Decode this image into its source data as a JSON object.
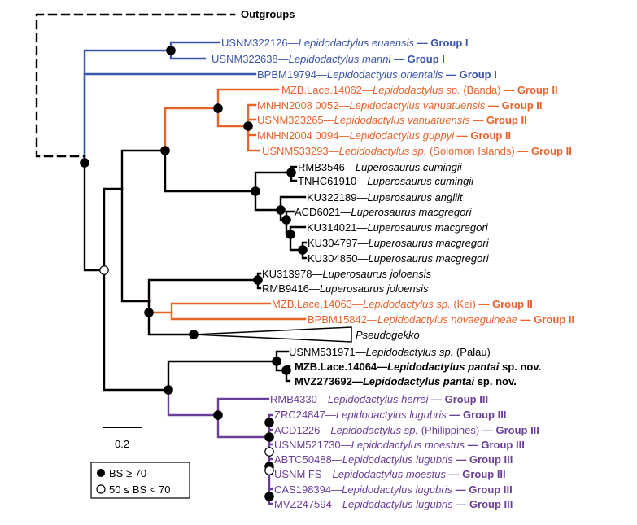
{
  "colors": {
    "black": "#000000",
    "group1": "#3b55a8",
    "group2": "#e8632c",
    "group3": "#6a3f98"
  },
  "outgroups_label": "Outgroups",
  "scale_label": "0.2",
  "legend": {
    "filled": "BS ≥ 70",
    "open": "50 ≤ BS < 70"
  },
  "taxa": [
    {
      "id": "USNM322126",
      "name": "Lepidodactylus euaensis",
      "group": "Group I"
    },
    {
      "id": "USNM322638",
      "name": "Lepidodactylus manni",
      "group": "Group I"
    },
    {
      "id": "BPBM19794",
      "name": "Lepidodactylus orientalis",
      "group": "Group I"
    },
    {
      "id": "MZB.Lace.14062",
      "name": "Lepidodactylus sp.",
      "note": "(Banda)",
      "group": "Group II"
    },
    {
      "id": "MNHN2008 0052",
      "name": "Lepidodactylus vanuatuensis",
      "group": "Group II"
    },
    {
      "id": "USNM323265",
      "name": "Lepidodactylus vanuatuensis",
      "group": "Group II"
    },
    {
      "id": "MNHN2004 0094",
      "name": "Lepidodactylus guppyi",
      "group": "Group II"
    },
    {
      "id": "USNM533293",
      "name": "Lepidodactylus sp.",
      "note": "(Solomon Islands)",
      "group": "Group II"
    },
    {
      "id": "RMB3546",
      "name": "Luperosaurus cumingii"
    },
    {
      "id": "TNHC61910",
      "name": "Luperosaurus cumingii"
    },
    {
      "id": "KU322189",
      "name": "Luperosaurus angliit"
    },
    {
      "id": "ACD6021",
      "name": "Luperosaurus macgregori"
    },
    {
      "id": "KU314021",
      "name": "Luperosaurus macgregori"
    },
    {
      "id": "KU304797",
      "name": "Luperosaurus macgregori"
    },
    {
      "id": "KU304850",
      "name": "Luperosaurus macgregori"
    },
    {
      "id": "KU313978",
      "name": "Luperosaurus joloensis"
    },
    {
      "id": "RMB9416",
      "name": "Luperosaurus joloensis"
    },
    {
      "id": "MZB.Lace.14063",
      "name": "Lepidodactylus sp.",
      "note": "(Kei)",
      "group": "Group II"
    },
    {
      "id": "BPBM15842",
      "name": "Lepidodactylus novaeguineae",
      "group": "Group II"
    },
    {
      "id": "",
      "name": "Pseudogekko"
    },
    {
      "id": "USNM531971",
      "name": "Lepidodactylus sp.",
      "note": "(Palau)"
    },
    {
      "id": "MZB.Lace.14064",
      "name": "Lepidodactylus pantai",
      "suffix": "sp. nov."
    },
    {
      "id": "MVZ273692",
      "name": "Lepidodactylus pantai",
      "suffix": "sp. nov."
    },
    {
      "id": "RMB4330",
      "name": "Lepidodactylus herrei",
      "group": "Group III"
    },
    {
      "id": "ZRC24847",
      "name": "Lepidodactylus lugubris",
      "group": "Group III"
    },
    {
      "id": "ACD1226",
      "name": "Lepidodactylus sp.",
      "note": "(Philippines)",
      "group": "Group III"
    },
    {
      "id": "USNM521730",
      "name": "Lepidodactylus moestus",
      "group": "Group III"
    },
    {
      "id": "ABTC50488",
      "name": "Lepidodactylus lugubris",
      "group": "Group III"
    },
    {
      "id": "USNM FS",
      "name": "Lepidodactylus moestus",
      "group": "Group III"
    },
    {
      "id": "CAS198394",
      "name": "Lepidodactylus lugubris",
      "group": "Group III"
    },
    {
      "id": "MVZ247594",
      "name": "Lepidodactylus lugubris",
      "group": "Group III"
    }
  ]
}
